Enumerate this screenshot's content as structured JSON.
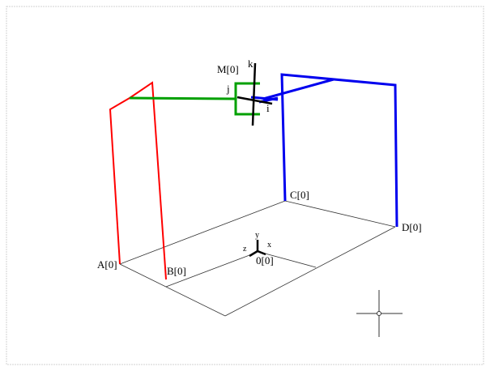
{
  "labels": {
    "A": "A[0]",
    "B": "B[0]",
    "C": "C[0]",
    "D": "D[0]",
    "M": "M[0]",
    "origin": "0[0]",
    "axis_x": "x",
    "axis_y": "y",
    "axis_z": "z",
    "frame_i": "i",
    "frame_j": "j",
    "frame_k": "k"
  },
  "colors": {
    "red": "#ff0000",
    "green": "#00a000",
    "blue": "#0000ee",
    "floor": "#333333",
    "frame": "#d0d0d0"
  }
}
